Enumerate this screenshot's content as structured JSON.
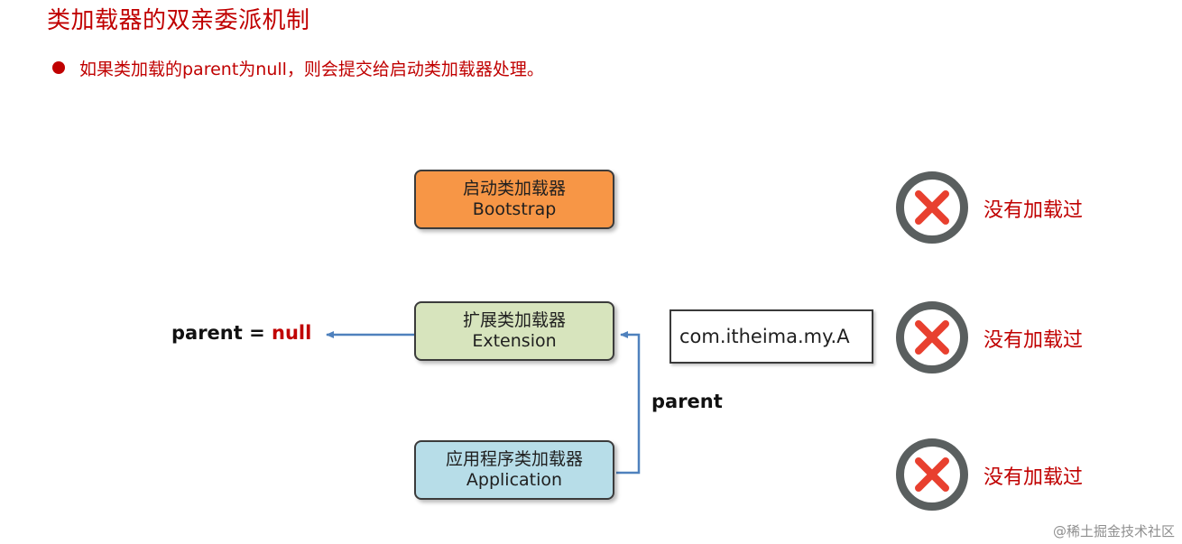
{
  "title": "类加载器的双亲委派机制",
  "bullet": "如果类加载的parent为null，则会提交给启动类加载器处理。",
  "loaders": {
    "bootstrap": {
      "name_cn": "启动类加载器",
      "name_en": "Bootstrap"
    },
    "extension": {
      "name_cn": "扩展类加载器",
      "name_en": "Extension"
    },
    "application": {
      "name_cn": "应用程序类加载器",
      "name_en": "Application"
    }
  },
  "class_name": "com.itheima.my.A",
  "parent_null": {
    "key": "parent",
    "equals": "=",
    "value": "null"
  },
  "parent_label": "parent",
  "status": {
    "icon": "x-circle-icon",
    "rows": [
      {
        "loader": "bootstrap",
        "text": "没有加载过"
      },
      {
        "loader": "extension",
        "text": "没有加载过"
      },
      {
        "loader": "application",
        "text": "没有加载过"
      }
    ]
  },
  "watermark": "@稀土掘金技术社区",
  "colors": {
    "accent_red": "#c00000",
    "bootstrap_fill": "#f79646",
    "extension_fill": "#d7e4bd",
    "application_fill": "#b7dde8",
    "arrow_blue": "#4f81bd",
    "icon_ring": "#5a5f5f",
    "icon_cross": "#e8402f"
  }
}
